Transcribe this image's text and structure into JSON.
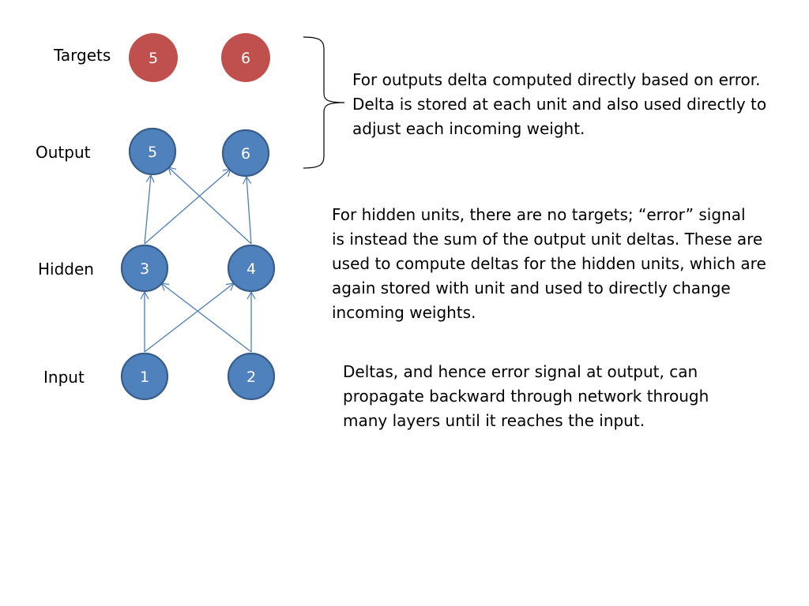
{
  "colors": {
    "network_node_fill": "#4f81bd",
    "network_node_stroke": "#385d8a",
    "target_node_fill": "#c0504d",
    "edge": "#4a7ebb",
    "text": "#000000"
  },
  "layers": {
    "targets": "Targets",
    "output": "Output",
    "hidden": "Hidden",
    "input": "Input"
  },
  "nodes": {
    "target_5": "5",
    "target_6": "6",
    "output_5": "5",
    "output_6": "6",
    "hidden_3": "3",
    "hidden_4": "4",
    "input_1": "1",
    "input_2": "2"
  },
  "connections": [
    {
      "from": "1",
      "to": "3"
    },
    {
      "from": "1",
      "to": "4"
    },
    {
      "from": "2",
      "to": "3"
    },
    {
      "from": "2",
      "to": "4"
    },
    {
      "from": "3",
      "to": "5"
    },
    {
      "from": "3",
      "to": "6"
    },
    {
      "from": "4",
      "to": "5"
    },
    {
      "from": "4",
      "to": "6"
    }
  ],
  "text": {
    "outputs_note": [
      "For outputs delta computed directly based on error.",
      "Delta is stored at each unit and also used directly to",
      "adjust each incoming weight."
    ],
    "hidden_note": [
      "For hidden units, there are no targets; “error” signal",
      "is instead the sum of the output unit deltas. These are",
      "used to compute deltas for the hidden units, which are",
      "again stored with unit and used to directly change",
      "incoming weights."
    ],
    "propagation_note": [
      "Deltas, and hence error signal at output, can",
      "propagate backward through network through",
      "many layers until it reaches the input."
    ]
  }
}
